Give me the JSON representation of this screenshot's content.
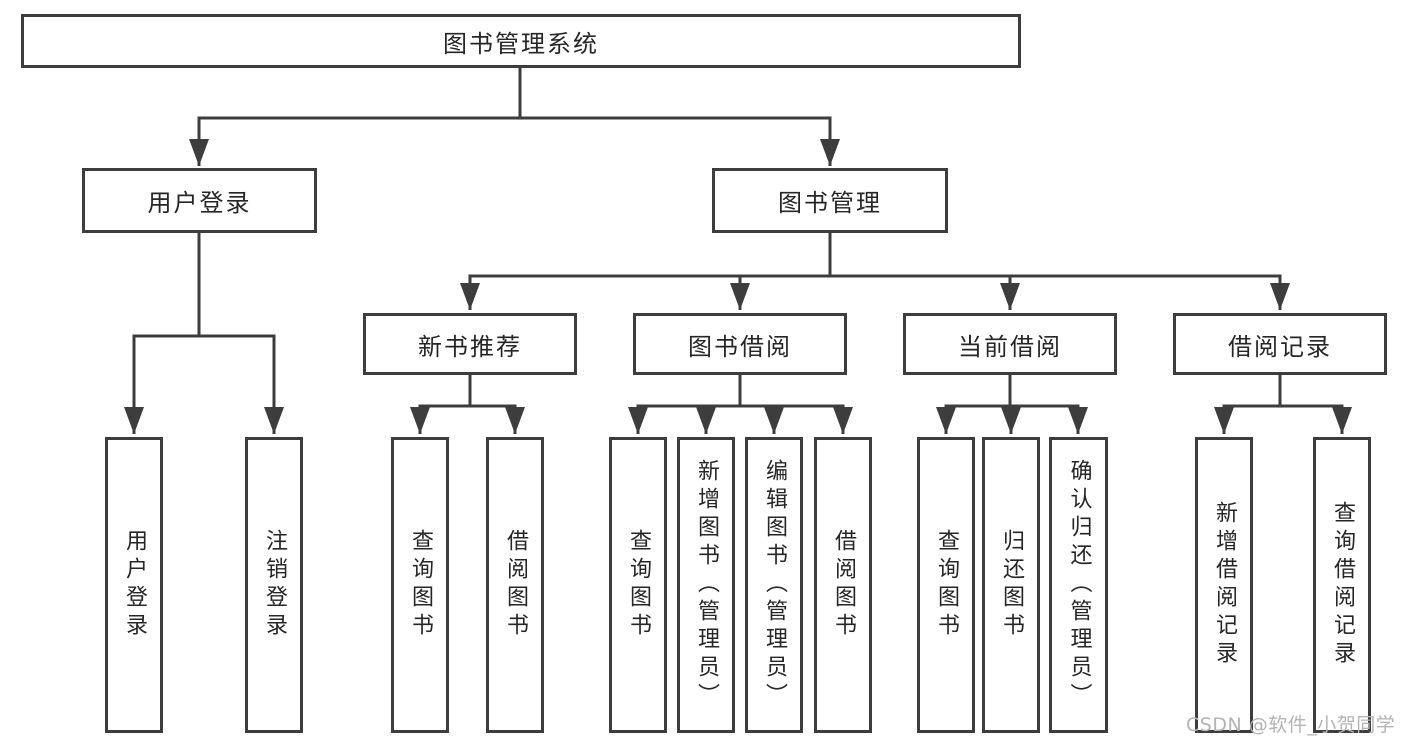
{
  "diagram": {
    "root": {
      "label": "图书管理系统"
    },
    "branches": [
      {
        "label": "用户登录",
        "leaves": [
          {
            "label": "用户登录"
          },
          {
            "label": "注销登录"
          }
        ]
      },
      {
        "label": "图书管理",
        "groups": [
          {
            "label": "新书推荐",
            "leaves": [
              {
                "label": "查询图书"
              },
              {
                "label": "借阅图书"
              }
            ]
          },
          {
            "label": "图书借阅",
            "leaves": [
              {
                "label": "查询图书"
              },
              {
                "label": "新增图书（管理员）"
              },
              {
                "label": "编辑图书（管理员）"
              },
              {
                "label": "借阅图书"
              }
            ]
          },
          {
            "label": "当前借阅",
            "leaves": [
              {
                "label": "查询图书"
              },
              {
                "label": "归还图书"
              },
              {
                "label": "确认归还（管理员）"
              }
            ]
          },
          {
            "label": "借阅记录",
            "leaves": [
              {
                "label": "新增借阅记录"
              },
              {
                "label": "查询借阅记录"
              }
            ]
          }
        ]
      }
    ]
  },
  "watermark": {
    "text": "CSDN @软件_小贺同学"
  },
  "colors": {
    "line": "#3d3d3d",
    "box_border": "#3d3d3d",
    "box_fill": "#ffffff",
    "text": "#262626",
    "watermark": "#b4b4b4",
    "background": "#ffffff"
  }
}
